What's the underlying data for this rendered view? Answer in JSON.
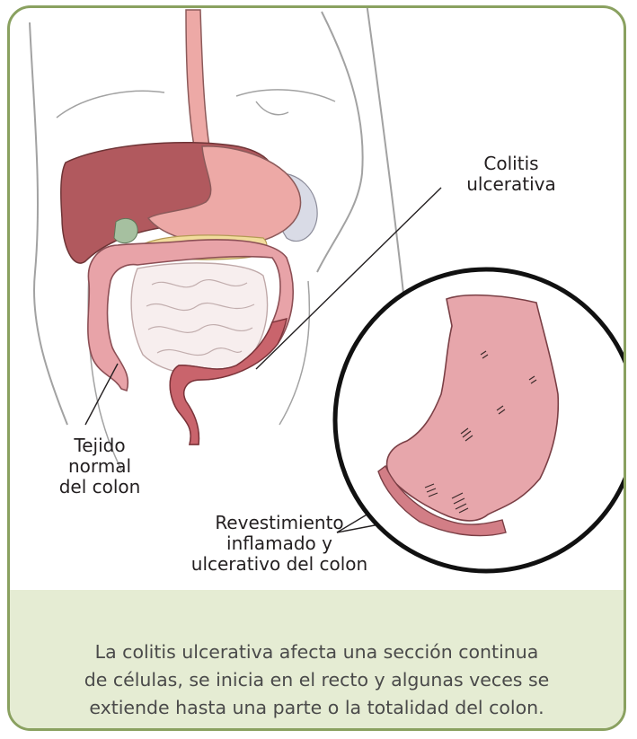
{
  "labels": {
    "colitis": [
      "Colitis",
      "ulcerativa"
    ],
    "normal_tissue": [
      "Tejido",
      "normal",
      "del colon"
    ],
    "lining": [
      "Revestimiento",
      "inflamado y",
      "ulcerativo del colon"
    ]
  },
  "caption": [
    "La colitis ulcerativa afecta una sección continua",
    "de células, se inicia en el recto y algunas veces se",
    "extiende hasta una parte o la totalidad del colon."
  ],
  "colors": {
    "frame_border": "#8aa160",
    "caption_band": "#e5ecd3",
    "caption_text": "#4a4a4a",
    "label_text": "#231f20",
    "colon": "#e8a3a8",
    "colon_inflamed": "#c9646c",
    "liver": "#b1595e",
    "stomach": "#eda9a6",
    "small_intestine": "#f7eeee",
    "body_outline": "#a2a2a2"
  }
}
